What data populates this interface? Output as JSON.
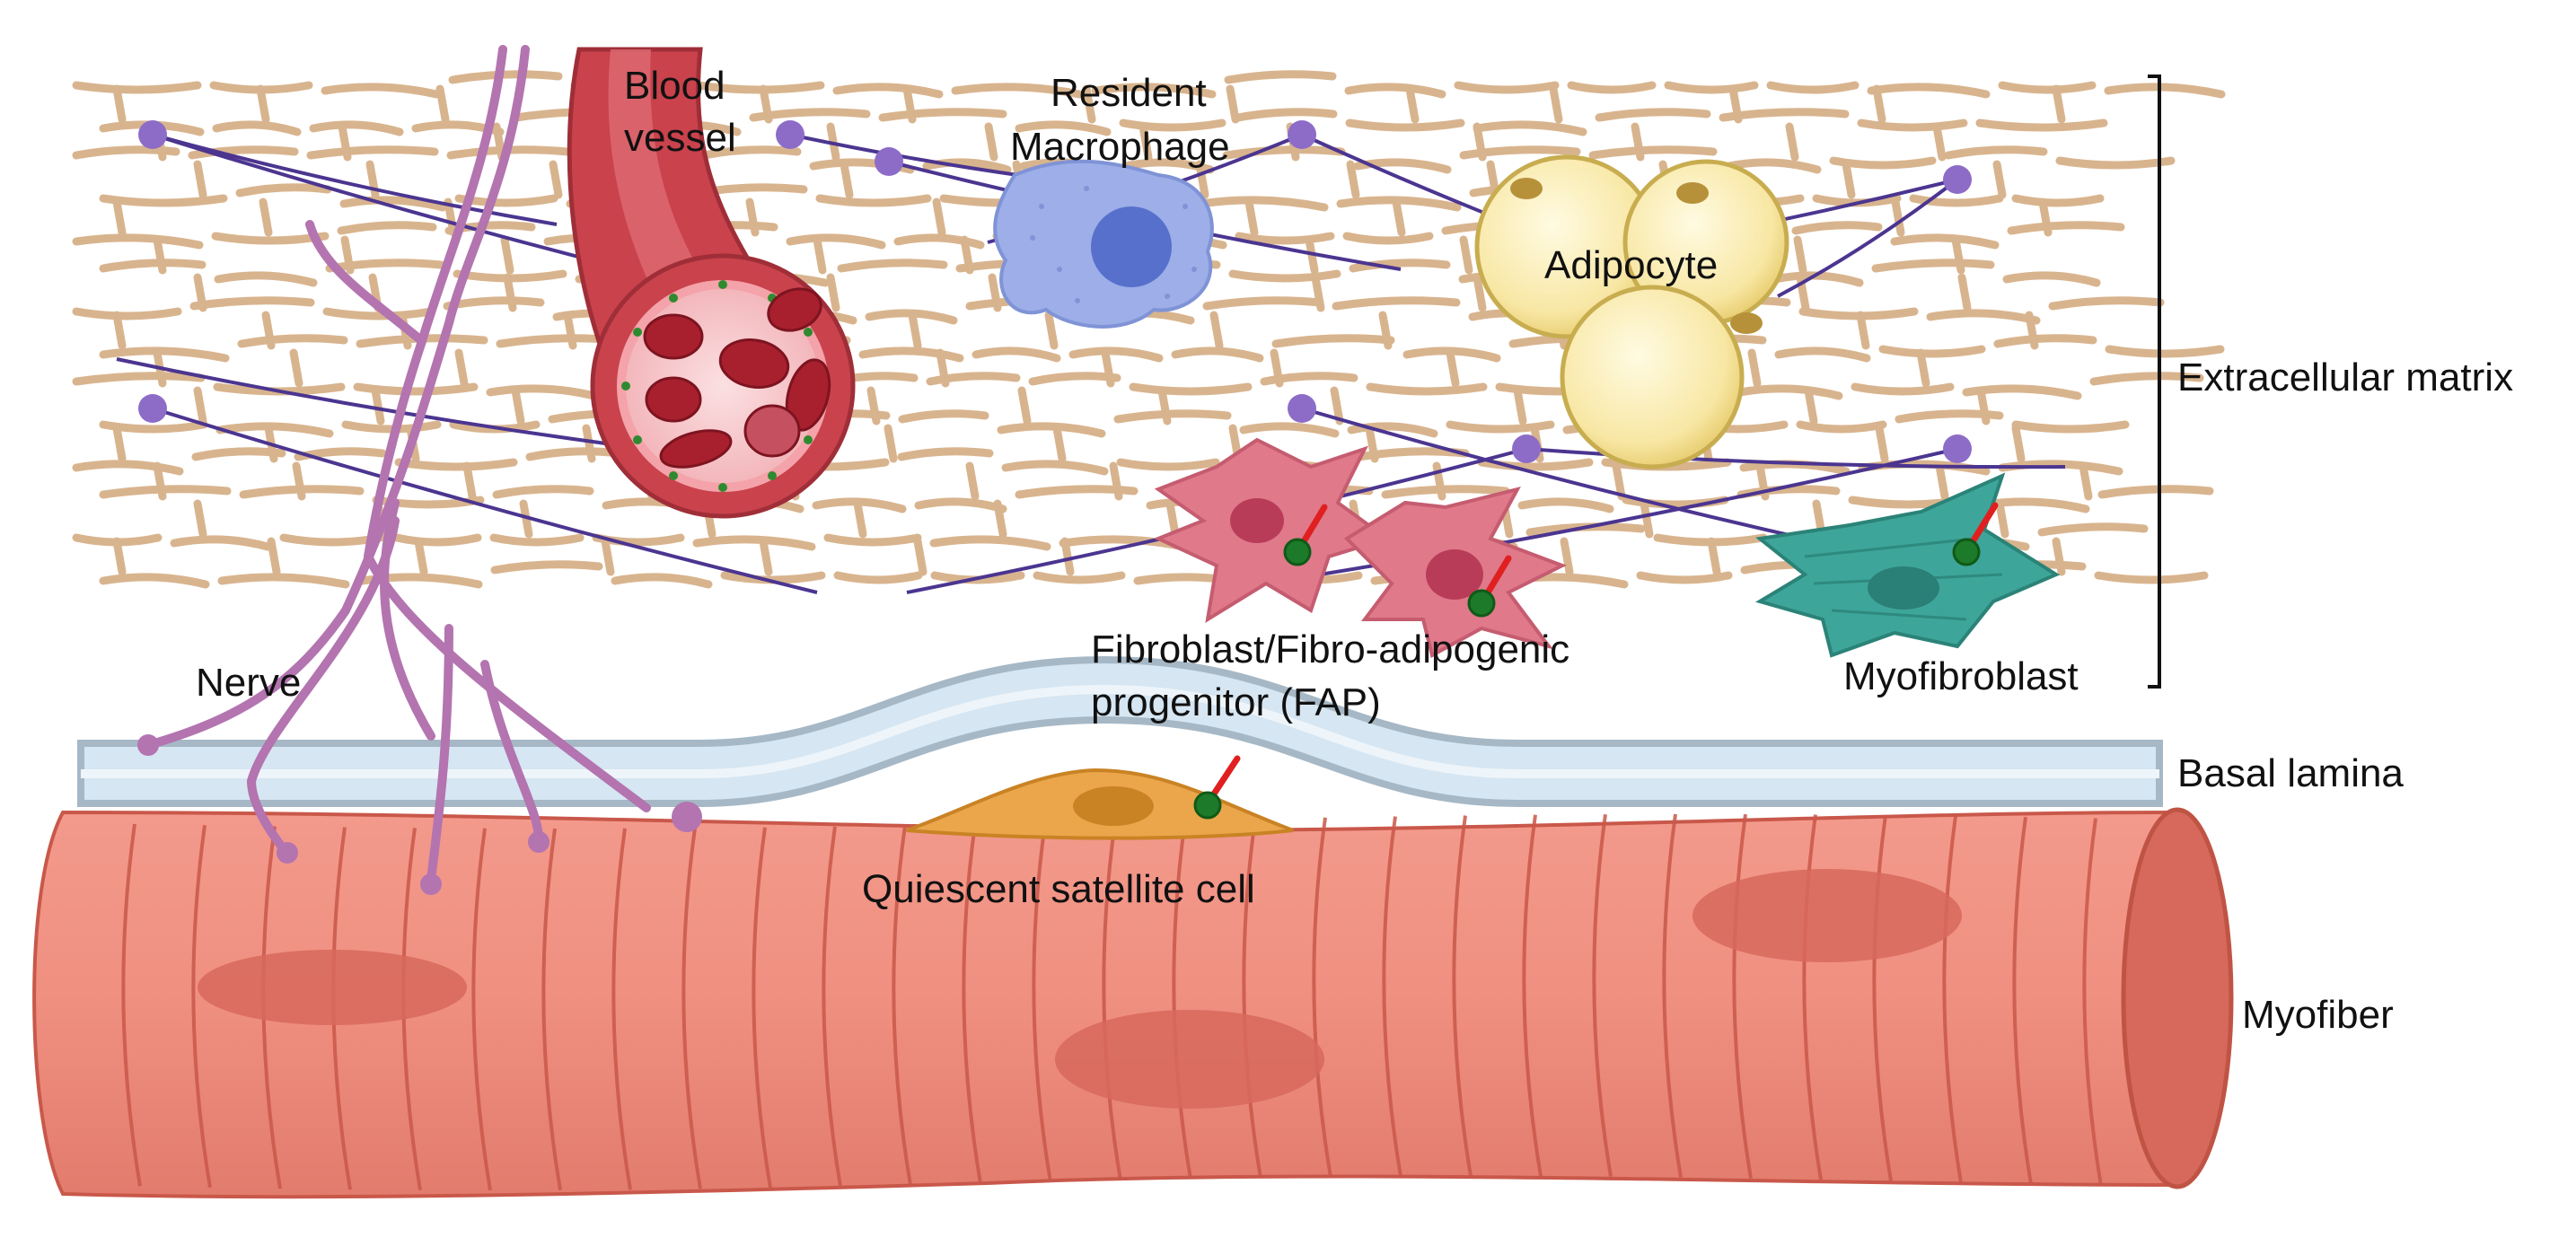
{
  "labels": {
    "blood_vessel_1": "Blood",
    "blood_vessel_2": "vessel",
    "macrophage_1": "Resident",
    "macrophage_2": "Macrophage",
    "adipocyte": "Adipocyte",
    "ecm": "Extracellular matrix",
    "nerve": "Nerve",
    "fap_1": "Fibroblast/Fibro-adipogenic",
    "fap_2": "progenitor (FAP)",
    "myofibroblast": "Myofibroblast",
    "basal_lamina": "Basal lamina",
    "satellite": "Quiescent satellite cell",
    "myofiber": "Myofiber"
  },
  "colors": {
    "collagen": "#d8b48e",
    "elastin": "#4b3590",
    "elastin_node": "#8d6cc8",
    "nerve": "#b374b0",
    "vessel_outer": "#c9424c",
    "vessel_inner": "#f7c9cc",
    "rbc": "#a8202e",
    "macrophage": "#9daee8",
    "macrophage_nucleus": "#5670cc",
    "adipocyte": "#f8e7a4",
    "adipocyte_edge": "#d8c060",
    "fibroblast": "#e0798a",
    "fibroblast_nucleus": "#b83c58",
    "myofibroblast": "#3ea59a",
    "cilium_base": "#1c7a2a",
    "cilium": "#e02020",
    "basal_lamina": "#d6e6f2",
    "basal_lamina_edge": "#a6b8c6",
    "satellite": "#eba64c",
    "satellite_nucleus": "#c98324",
    "myofiber": "#ee8f80",
    "myofiber_stripe": "#c9584a",
    "myofiber_nucleus": "#d7685c",
    "bracket": "#111111"
  }
}
